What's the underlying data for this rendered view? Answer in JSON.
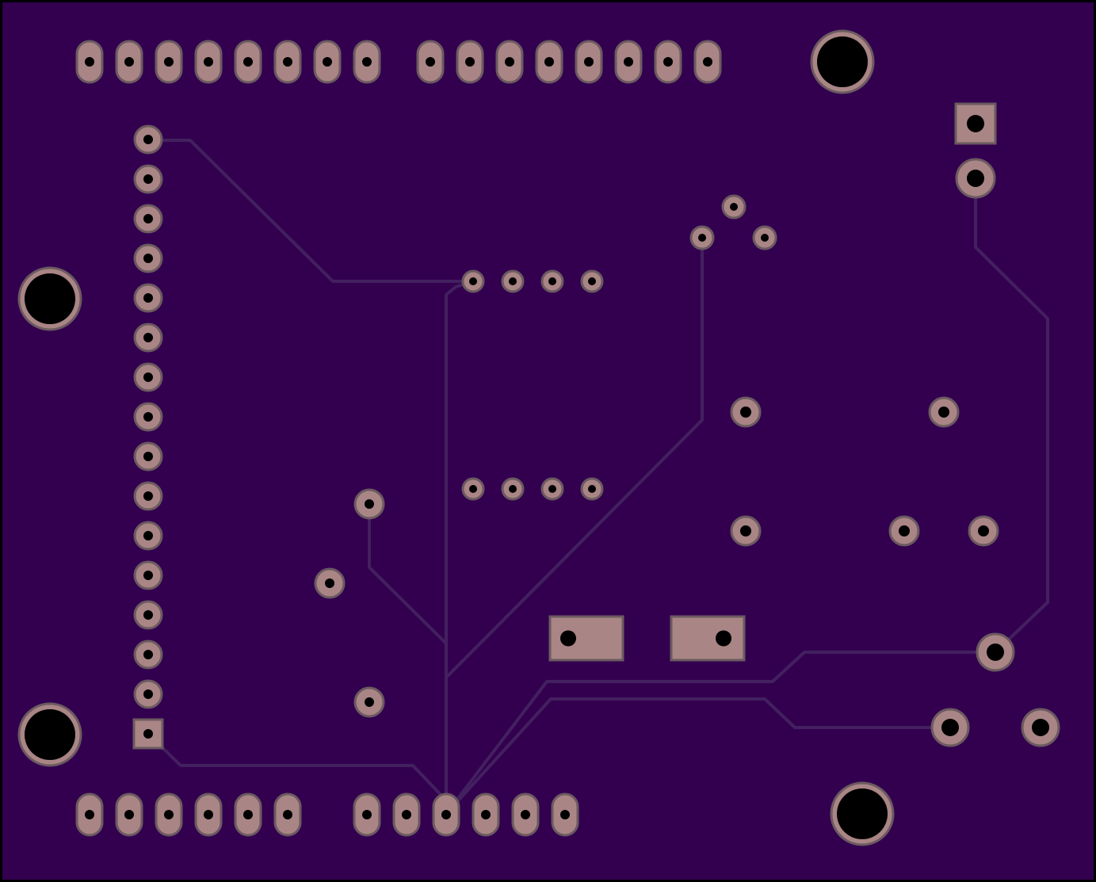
{
  "view": "pcb-bottom-layer",
  "colors": {
    "board": "#330050",
    "outline": "#000000",
    "pad_fill": "#a98585",
    "pad_edge": "#6b5a60",
    "drill": "#000000",
    "trace": "#43205f"
  },
  "header_top_left": {
    "pins": 8
  },
  "header_top_right": {
    "pins": 8
  },
  "header_left_vertical": {
    "pins": 16,
    "pin1_shape": "square"
  },
  "header_bottom_left": {
    "pins": 6
  },
  "header_bottom_right": {
    "pins": 6
  },
  "mounting_holes": 4,
  "ic_footprint_rows": 2,
  "ic_pins_per_row": 4,
  "rect_smd_pads": 2,
  "connector_right": {
    "pins": 2,
    "pin1_shape": "square"
  }
}
